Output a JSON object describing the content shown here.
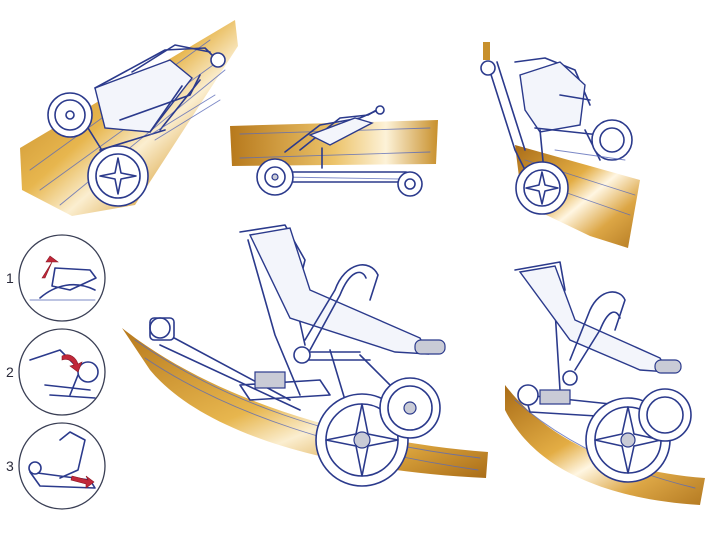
{
  "sheet": {
    "steps": [
      {
        "number": "1"
      },
      {
        "number": "2"
      },
      {
        "number": "3"
      }
    ]
  },
  "colors": {
    "ink": "#2b3a8c",
    "accent_gold": "#c8902c",
    "accent_light": "#f4d89a",
    "arrow_red": "#c0283a"
  },
  "icons": [
    "arrow-up-icon",
    "arrow-down-icon",
    "arrow-right-icon"
  ]
}
